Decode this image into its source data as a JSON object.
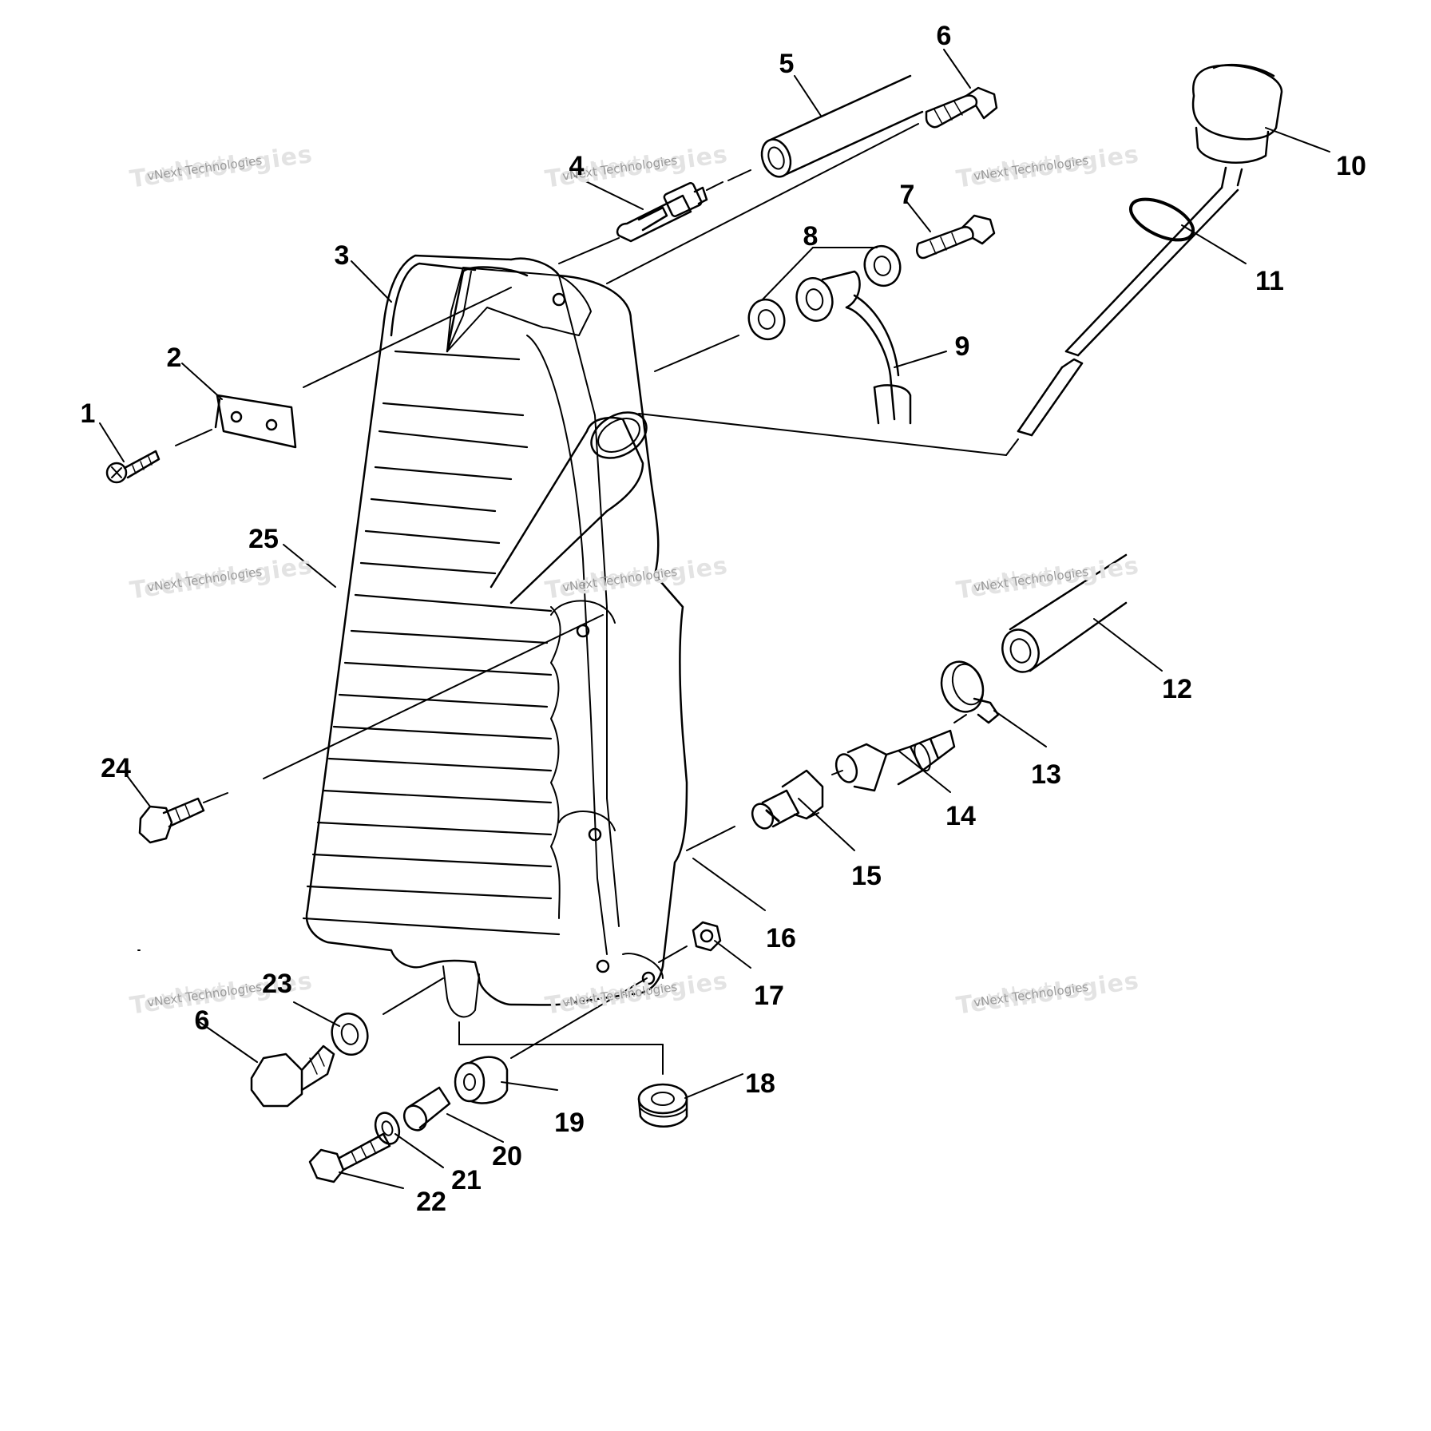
{
  "diagram": {
    "callouts": [
      {
        "id": "1",
        "label": "1"
      },
      {
        "id": "2",
        "label": "2"
      },
      {
        "id": "3",
        "label": "3"
      },
      {
        "id": "4",
        "label": "4"
      },
      {
        "id": "5",
        "label": "5"
      },
      {
        "id": "6a",
        "label": "6"
      },
      {
        "id": "6b",
        "label": "6"
      },
      {
        "id": "7",
        "label": "7"
      },
      {
        "id": "8",
        "label": "8"
      },
      {
        "id": "9",
        "label": "9"
      },
      {
        "id": "10",
        "label": "10"
      },
      {
        "id": "11",
        "label": "11"
      },
      {
        "id": "12",
        "label": "12"
      },
      {
        "id": "13",
        "label": "13"
      },
      {
        "id": "14",
        "label": "14"
      },
      {
        "id": "15",
        "label": "15"
      },
      {
        "id": "16",
        "label": "16"
      },
      {
        "id": "17",
        "label": "17"
      },
      {
        "id": "18",
        "label": "18"
      },
      {
        "id": "19",
        "label": "19"
      },
      {
        "id": "20",
        "label": "20"
      },
      {
        "id": "21",
        "label": "21"
      },
      {
        "id": "22",
        "label": "22"
      },
      {
        "id": "23",
        "label": "23"
      },
      {
        "id": "24",
        "label": "24"
      },
      {
        "id": "25",
        "label": "25"
      }
    ]
  },
  "watermark": {
    "top": "vNext",
    "small": "vNext Technologies",
    "big": "Technologies"
  }
}
